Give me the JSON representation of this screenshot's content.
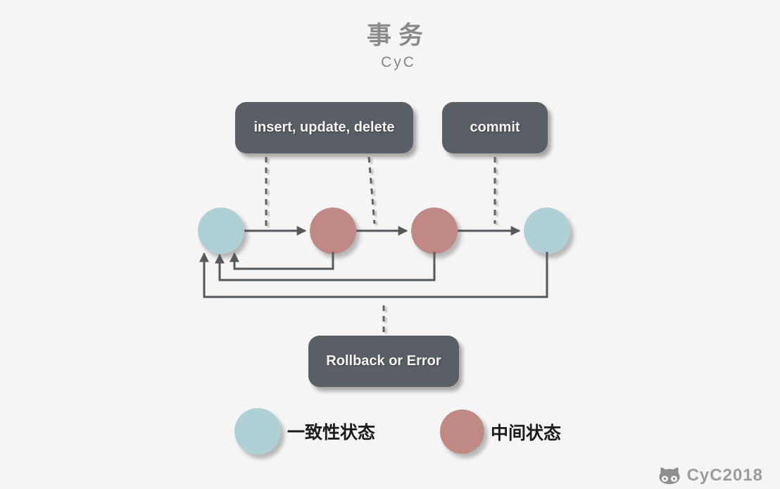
{
  "page": {
    "title": "事务",
    "subtitle": "CyC",
    "watermark": "CyC2018"
  },
  "labels": {
    "insert_update_delete": "insert, update, delete",
    "commit": "commit",
    "rollback": "Rollback or Error"
  },
  "legend": {
    "items": [
      {
        "label": "一致性状态",
        "state": "consistent"
      },
      {
        "label": "中间状态",
        "state": "intermediate"
      }
    ]
  },
  "diagram": {
    "nodes": [
      {
        "id": "start",
        "state": "consistent"
      },
      {
        "id": "intermediate-1",
        "state": "intermediate"
      },
      {
        "id": "intermediate-2",
        "state": "intermediate"
      },
      {
        "id": "end",
        "state": "consistent"
      }
    ],
    "flow": "start → intermediate-1 → intermediate-2 → end, with rollback paths from each state back to start"
  },
  "colors": {
    "background": "#f5f5f5",
    "consistent_state": "#afd1d6",
    "intermediate_state": "#c18983",
    "box_fill": "#5a5e65",
    "box_text": "#f3f3f3",
    "line": "#55585c",
    "dashed_line": "#5f6366",
    "title_text": "#8a8a8a",
    "legend_text": "#1b1b1b",
    "watermark_text": "#9c9c9c"
  }
}
